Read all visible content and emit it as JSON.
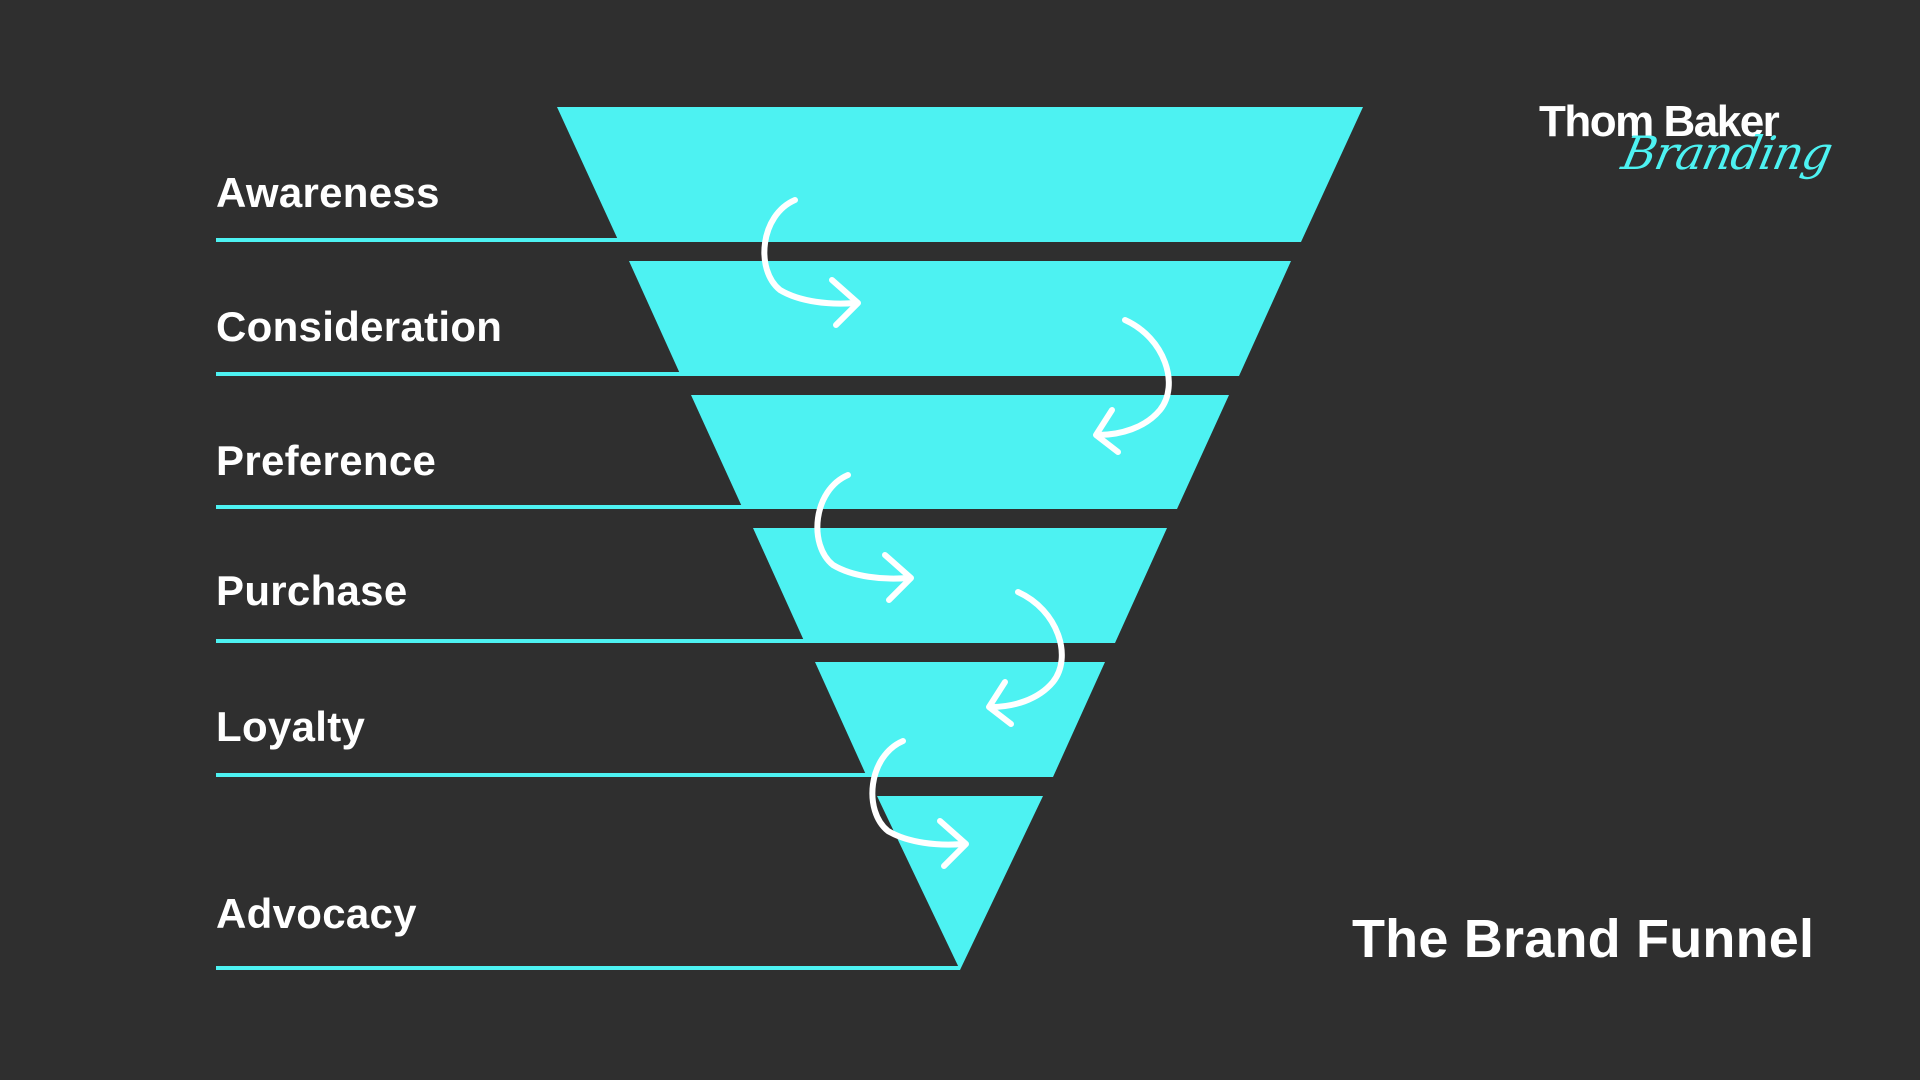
{
  "stages": [
    {
      "label": "Awareness"
    },
    {
      "label": "Consideration"
    },
    {
      "label": "Preference"
    },
    {
      "label": "Purchase"
    },
    {
      "label": "Loyalty"
    },
    {
      "label": "Advocacy"
    }
  ],
  "logo": {
    "main": "Thom Baker",
    "script": "Branding"
  },
  "title": "The Brand Funnel",
  "colors": {
    "background": "#2f2f2f",
    "accent": "#4df2f2",
    "text": "#ffffff"
  },
  "icons": {
    "transition": "curved-arrow-icon"
  }
}
